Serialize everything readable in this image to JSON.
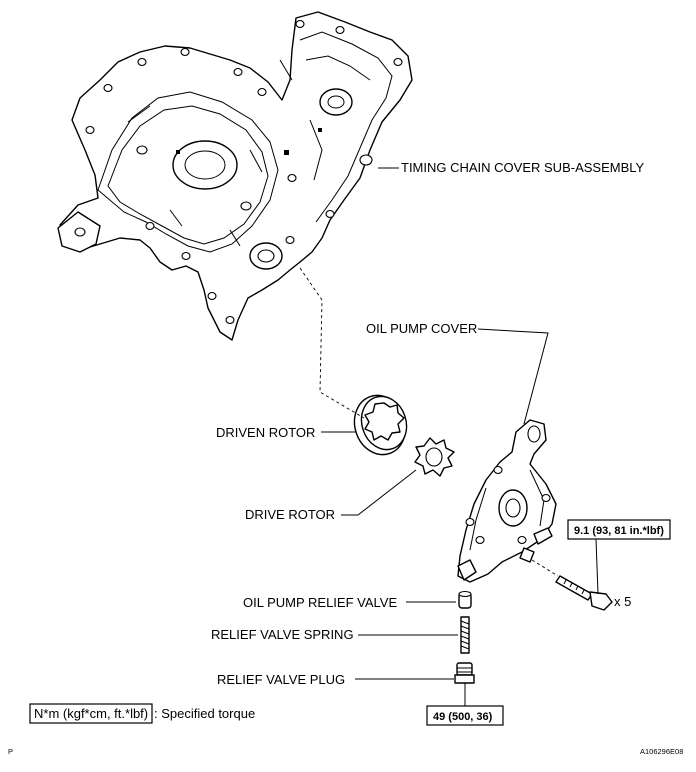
{
  "labels": {
    "timing_chain_cover": "TIMING CHAIN COVER SUB-ASSEMBLY",
    "oil_pump_cover": "OIL PUMP COVER",
    "driven_rotor": "DRIVEN ROTOR",
    "drive_rotor": "DRIVE ROTOR",
    "relief_valve": "OIL PUMP RELIEF VALVE",
    "relief_spring": "RELIEF VALVE SPRING",
    "relief_plug": "RELIEF VALVE PLUG"
  },
  "torque": {
    "bolt": "9.1 (93, 81 in.*lbf)",
    "bolt_qty": "x 5",
    "plug": "49 (500, 36)"
  },
  "legend": {
    "unit_box": "N*m (kgf*cm, ft.*lbf)",
    "description": ": Specified torque"
  },
  "footer": {
    "corner_mark": "P",
    "figure_id": "A106296E08"
  }
}
